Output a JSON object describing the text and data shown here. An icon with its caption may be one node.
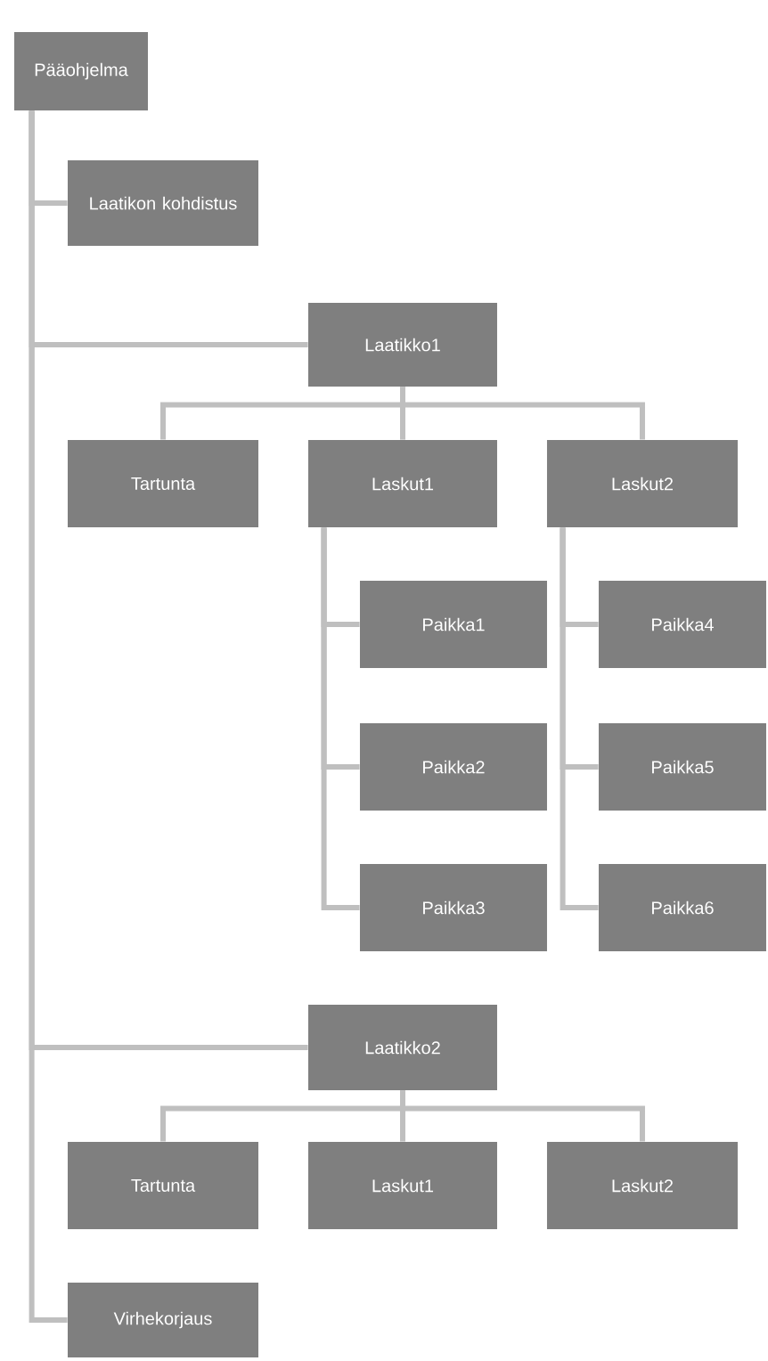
{
  "diagram": {
    "nodes": [
      {
        "text": [
          "Pääohjelma"
        ]
      },
      {
        "text": [
          "Laatikon kohdistus"
        ]
      },
      {
        "text": [
          "Laatikko1"
        ]
      },
      {
        "text": [
          "Tartunta"
        ]
      },
      {
        "text": [
          "Laskut1"
        ]
      },
      {
        "text": [
          "Laskut2"
        ]
      },
      {
        "text": [
          "Paikka1"
        ]
      },
      {
        "text": [
          "Paikka4"
        ]
      },
      {
        "text": [
          "Paikka2"
        ]
      },
      {
        "text": [
          "Paikka5"
        ]
      },
      {
        "text": [
          "Paikka3"
        ]
      },
      {
        "text": [
          "Paikka6"
        ]
      },
      {
        "text": [
          "Laatikko2"
        ]
      },
      {
        "text": [
          "Tartunta"
        ]
      },
      {
        "text": [
          "Laskut1"
        ]
      },
      {
        "text": [
          "Laskut2"
        ]
      },
      {
        "text": [
          "Virhekorjaus"
        ]
      }
    ],
    "edges": [
      {
        "from": 0,
        "to": 1,
        "arrow": "none"
      },
      {
        "from": 0,
        "to": 2,
        "arrow": "none"
      },
      {
        "from": 0,
        "to": 12,
        "arrow": "none"
      },
      {
        "from": 0,
        "to": 16,
        "arrow": "none"
      },
      {
        "from": 2,
        "to": 3,
        "arrow": "none"
      },
      {
        "from": 2,
        "to": 4,
        "arrow": "none"
      },
      {
        "from": 2,
        "to": 5,
        "arrow": "none"
      },
      {
        "from": 4,
        "to": 6,
        "arrow": "none"
      },
      {
        "from": 4,
        "to": 8,
        "arrow": "none"
      },
      {
        "from": 4,
        "to": 10,
        "arrow": "none"
      },
      {
        "from": 5,
        "to": 7,
        "arrow": "none"
      },
      {
        "from": 5,
        "to": 9,
        "arrow": "none"
      },
      {
        "from": 5,
        "to": 11,
        "arrow": "none"
      },
      {
        "from": 12,
        "to": 13,
        "arrow": "none"
      },
      {
        "from": 12,
        "to": 14,
        "arrow": "none"
      },
      {
        "from": 12,
        "to": 15,
        "arrow": "none"
      }
    ]
  }
}
